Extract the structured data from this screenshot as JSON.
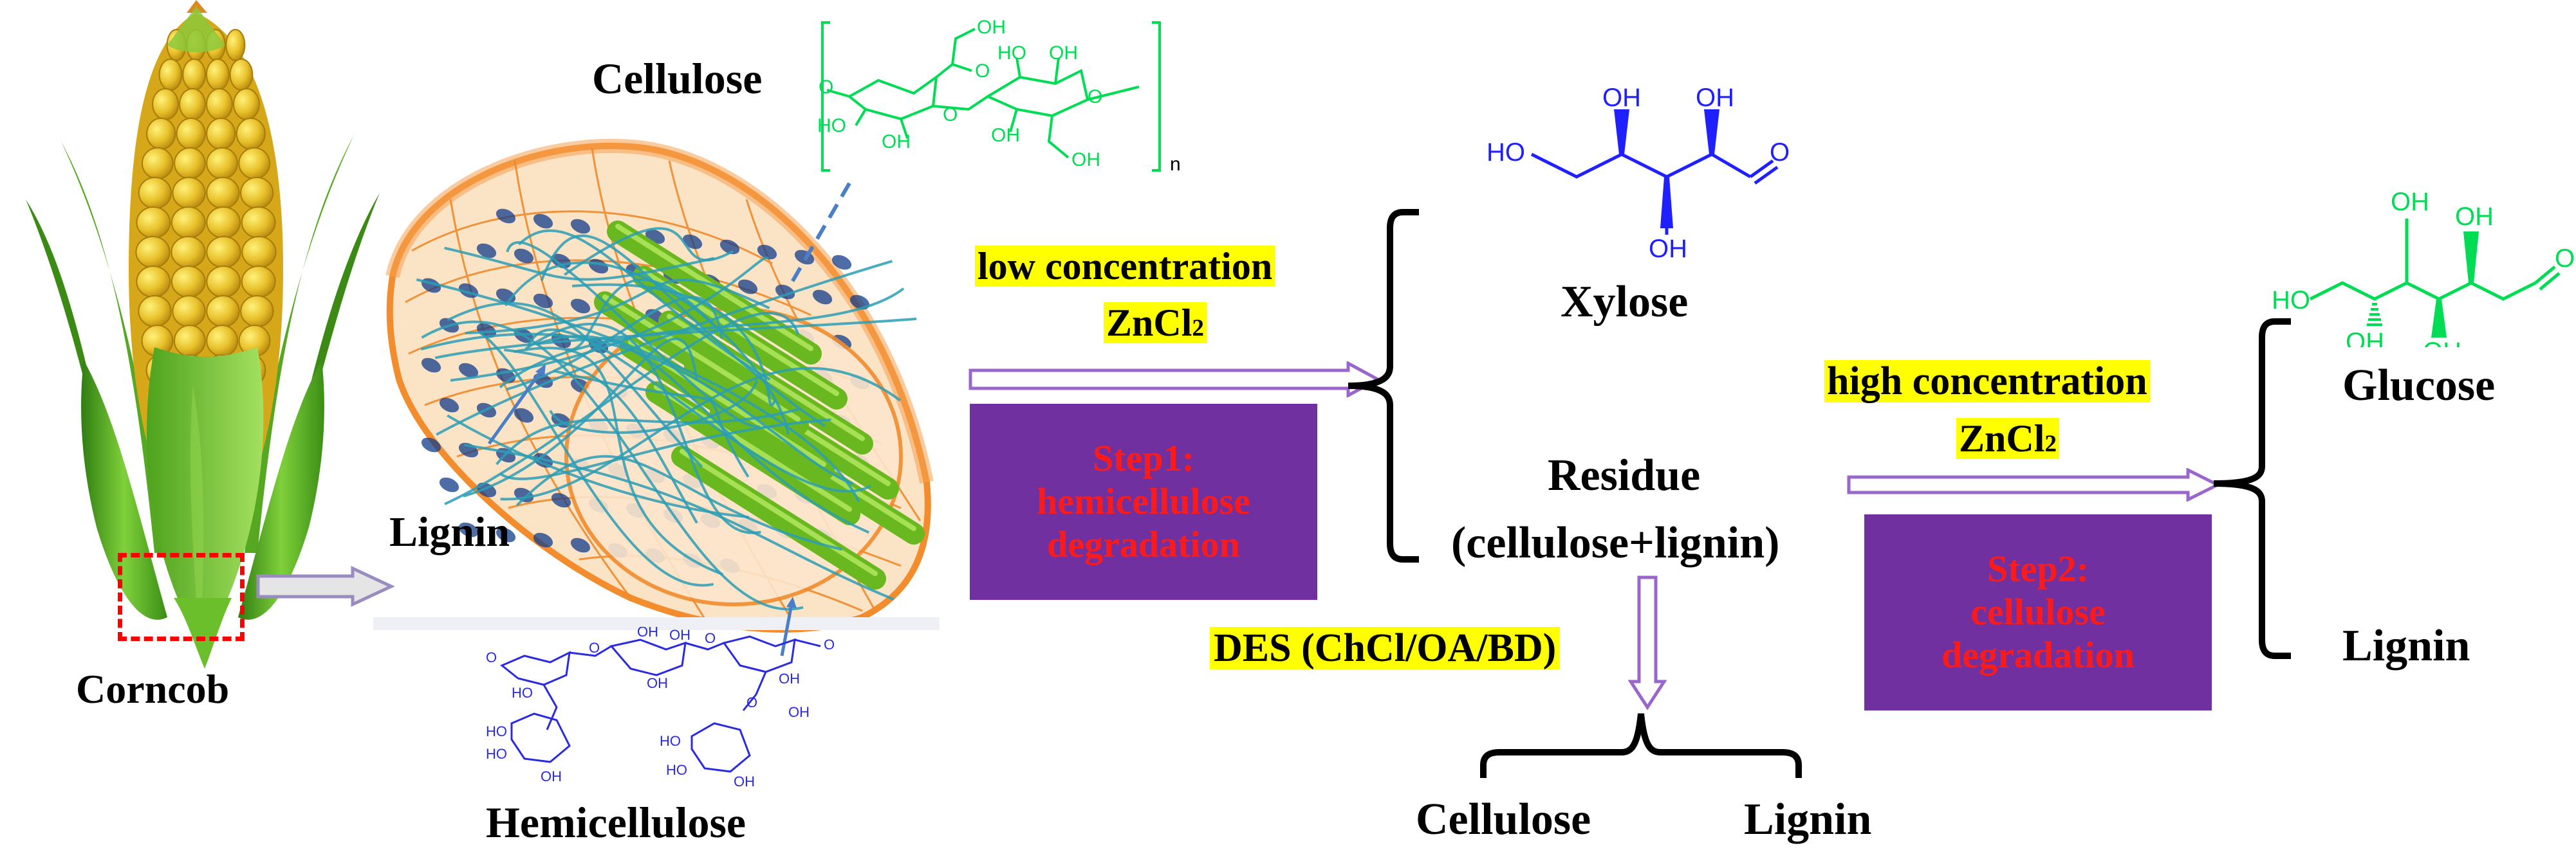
{
  "labels": {
    "corncob": "Corncob",
    "cellulose_top": "Cellulose",
    "lignin_left": "Lignin",
    "hemicellulose": "Hemicellulose",
    "xylose": "Xylose",
    "residue_line1": "Residue",
    "residue_line2": "(cellulose+lignin)",
    "glucose": "Glucose",
    "lignin_right": "Lignin",
    "cellulose_bottom": "Cellulose",
    "lignin_bottom": "Lignin"
  },
  "step1": {
    "condition_line1": "low concentration",
    "condition_zn": "ZnCl",
    "condition_sub": "2",
    "box_line1": "Step1:",
    "box_line2": "hemicellulose",
    "box_line3": "degradation"
  },
  "step2": {
    "condition_line1": "high concentration",
    "condition_zn": "ZnCl",
    "condition_sub": "2",
    "box_line1": "Step2:",
    "box_line2": "cellulose",
    "box_line3": "degradation"
  },
  "des": {
    "label": "DES (ChCl/OA/BD)"
  },
  "chem": {
    "oh": "OH",
    "ho": "HO",
    "o": "O",
    "n": "n"
  },
  "colors": {
    "step_box": "#7030a0",
    "step_text": "#ff1a1a",
    "highlight": "#ffff00",
    "cellulose_green": "#00dd55",
    "hemicellulose_blue": "#2a2ae0",
    "arrow_outline": "#9966cc",
    "crop_box": "#ff0000",
    "fiber_orange": "#f5a050",
    "fiber_teal": "#2a9db5",
    "rod_green": "#6ab820"
  },
  "icons": [
    "corn-cob-illustration",
    "lignocellulose-fiber-illustration",
    "xylose-structure",
    "glucose-structure",
    "cellulose-structure",
    "hemicellulose-structure"
  ]
}
